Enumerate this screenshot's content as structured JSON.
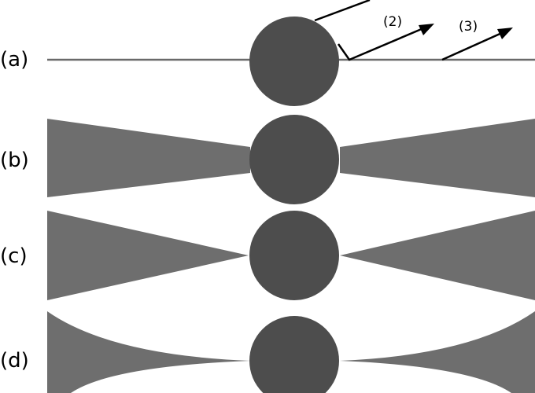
{
  "rows": [
    {
      "label": "(a)"
    },
    {
      "label": "(b)"
    },
    {
      "label": "(c)"
    },
    {
      "label": "(d)"
    }
  ],
  "arrows": [
    {
      "label": "(2)"
    },
    {
      "label": "(3)"
    }
  ],
  "colors": {
    "sphere": "#4d4d4d",
    "beam": "#6e6e6e",
    "line": "#6a6a6a",
    "arrow": "#000000",
    "background": "#ffffff"
  }
}
